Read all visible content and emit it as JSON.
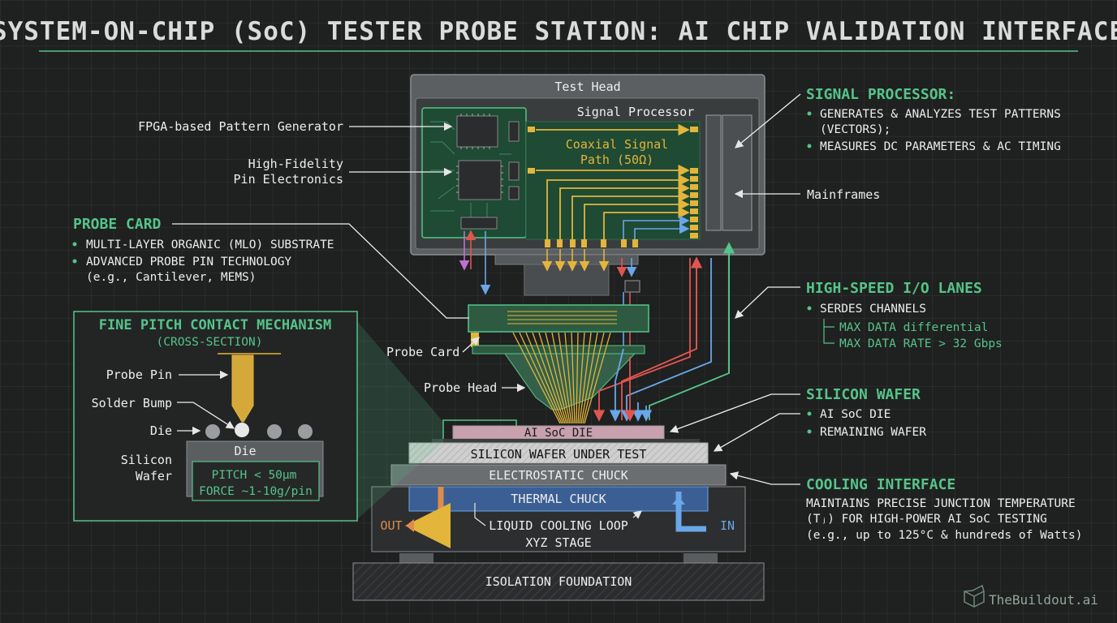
{
  "title": "SYSTEM-ON-CHIP (SoC) TESTER PROBE STATION: AI CHIP VALIDATION INTERFACE",
  "colors": {
    "background": "#1f2020",
    "accent_green": "#55c48a",
    "yellow": "#e3b53a",
    "blue": "#6aa6e8",
    "red": "#e0564f",
    "orange": "#e08a4c",
    "pcb": "#1f4a34",
    "panel": "#3c3f40"
  },
  "test_head": {
    "title": "Test Head",
    "signal_processor_label": "Signal Processor",
    "coax_line1": "Coaxial Signal",
    "coax_line2": "Path (50Ω)"
  },
  "left_labels": {
    "fpga": "FPGA-based Pattern Generator",
    "pin_elec_line1": "High-Fidelity",
    "pin_elec_line2": "Pin Electronics",
    "probe_card": "Probe Card",
    "probe_head": "Probe Head"
  },
  "probe_card_section": {
    "heading": "PROBE CARD",
    "bullets": [
      "MULTI-LAYER ORGANIC (MLO) SUBSTRATE",
      "ADVANCED PROBE PIN TECHNOLOGY",
      "(e.g., Cantilever, MEMS)"
    ]
  },
  "fine_pitch": {
    "heading": "FINE PITCH CONTACT MECHANISM",
    "subheading": "(CROSS-SECTION)",
    "probe_pin": "Probe Pin",
    "solder_bump": "Solder Bump",
    "die": "Die",
    "die_inner": "Die",
    "silicon_line1": "Silicon",
    "silicon_line2": "Wafer",
    "pitch": "PITCH < 50µm",
    "force": "FORCE ~1-10g/pin"
  },
  "signal_processor_section": {
    "heading": "SIGNAL PROCESSOR:",
    "bullet1_line1": "GENERATES & ANALYZES TEST PATTERNS",
    "bullet1_line2": "(VECTORS);",
    "bullet2": "MEASURES DC PARAMETERS & AC TIMING",
    "mainframes": "Mainframes"
  },
  "io_section": {
    "heading": "HIGH-SPEED I/O LANES",
    "bullet": "SERDES CHANNELS",
    "sub1": "MAX DATA differential",
    "sub2": "MAX DATA RATE > 32 Gbps"
  },
  "wafer_section": {
    "heading": "SILICON WAFER",
    "bullet1": "AI SoC DIE",
    "bullet2": "REMAINING WAFER"
  },
  "cooling_section": {
    "heading": "COOLING INTERFACE",
    "line1": "MAINTAINS PRECISE JUNCTION TEMPERATURE",
    "line2": "(Tⱼ) FOR HIGH-POWER AI SoC TESTING",
    "line3": "(e.g., up to 125°C & hundreds of Watts)"
  },
  "stack": {
    "die": "AI SoC DIE",
    "wafer": "SILICON WAFER UNDER TEST",
    "electrostatic": "ELECTROSTATIC CHUCK",
    "thermal": "THERMAL CHUCK",
    "loop": "LIQUID COOLING LOOP",
    "xyz": "XYZ STAGE",
    "out": "OUT",
    "in": "IN",
    "foundation": "ISOLATION FOUNDATION"
  },
  "brand": {
    "name": "TheBuildout.ai",
    "icon": "cube-logo-icon"
  }
}
